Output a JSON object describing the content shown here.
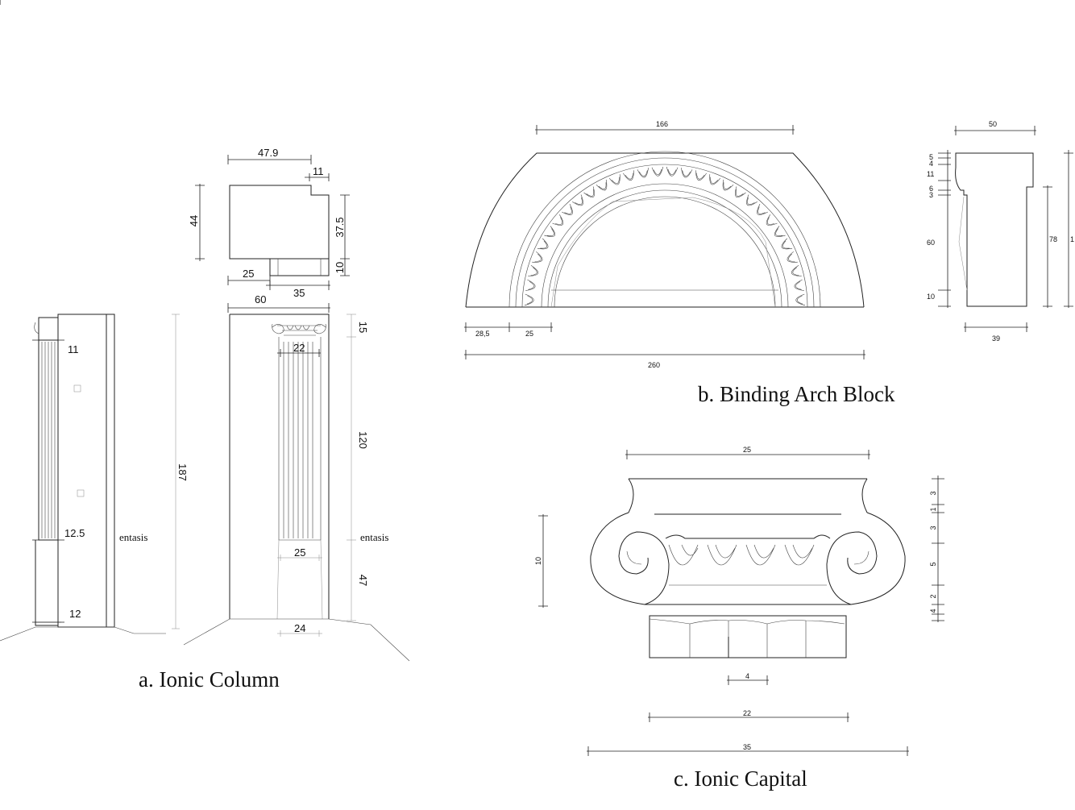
{
  "captions": {
    "a": "a. Ionic Column",
    "b": "b. Binding Arch Block",
    "c": "c. Ionic Capital"
  },
  "column": {
    "side": {
      "d11": "11",
      "d12_5": "12.5",
      "d12": "12",
      "d187": "187",
      "entasis": "entasis"
    },
    "top": {
      "d47_9": "47.9",
      "d11": "11",
      "d44": "44",
      "d37_5": "37.5",
      "d10": "10",
      "d25": "25",
      "d35": "35"
    },
    "front": {
      "d60": "60",
      "d15": "15",
      "d22": "22",
      "d120": "120",
      "d25": "25",
      "d47": "47",
      "d24": "24",
      "entasis": "entasis"
    }
  },
  "arch": {
    "front": {
      "d166": "166",
      "d28_5": "28,5",
      "d25": "25",
      "d260": "260"
    },
    "section": {
      "d50": "50",
      "d5": "5",
      "d4": "4",
      "d11": "11",
      "d6": "6",
      "d3": "3",
      "d60": "60",
      "d10": "10",
      "d78": "78",
      "d1": "1",
      "d39": "39"
    }
  },
  "capital": {
    "d25": "25",
    "d10": "10",
    "d4": "4",
    "d22": "22",
    "d35": "35",
    "right": {
      "d3a": "3",
      "d1": "1",
      "d3b": "3",
      "d5": "5",
      "d2": "2",
      "d4": "4"
    }
  }
}
